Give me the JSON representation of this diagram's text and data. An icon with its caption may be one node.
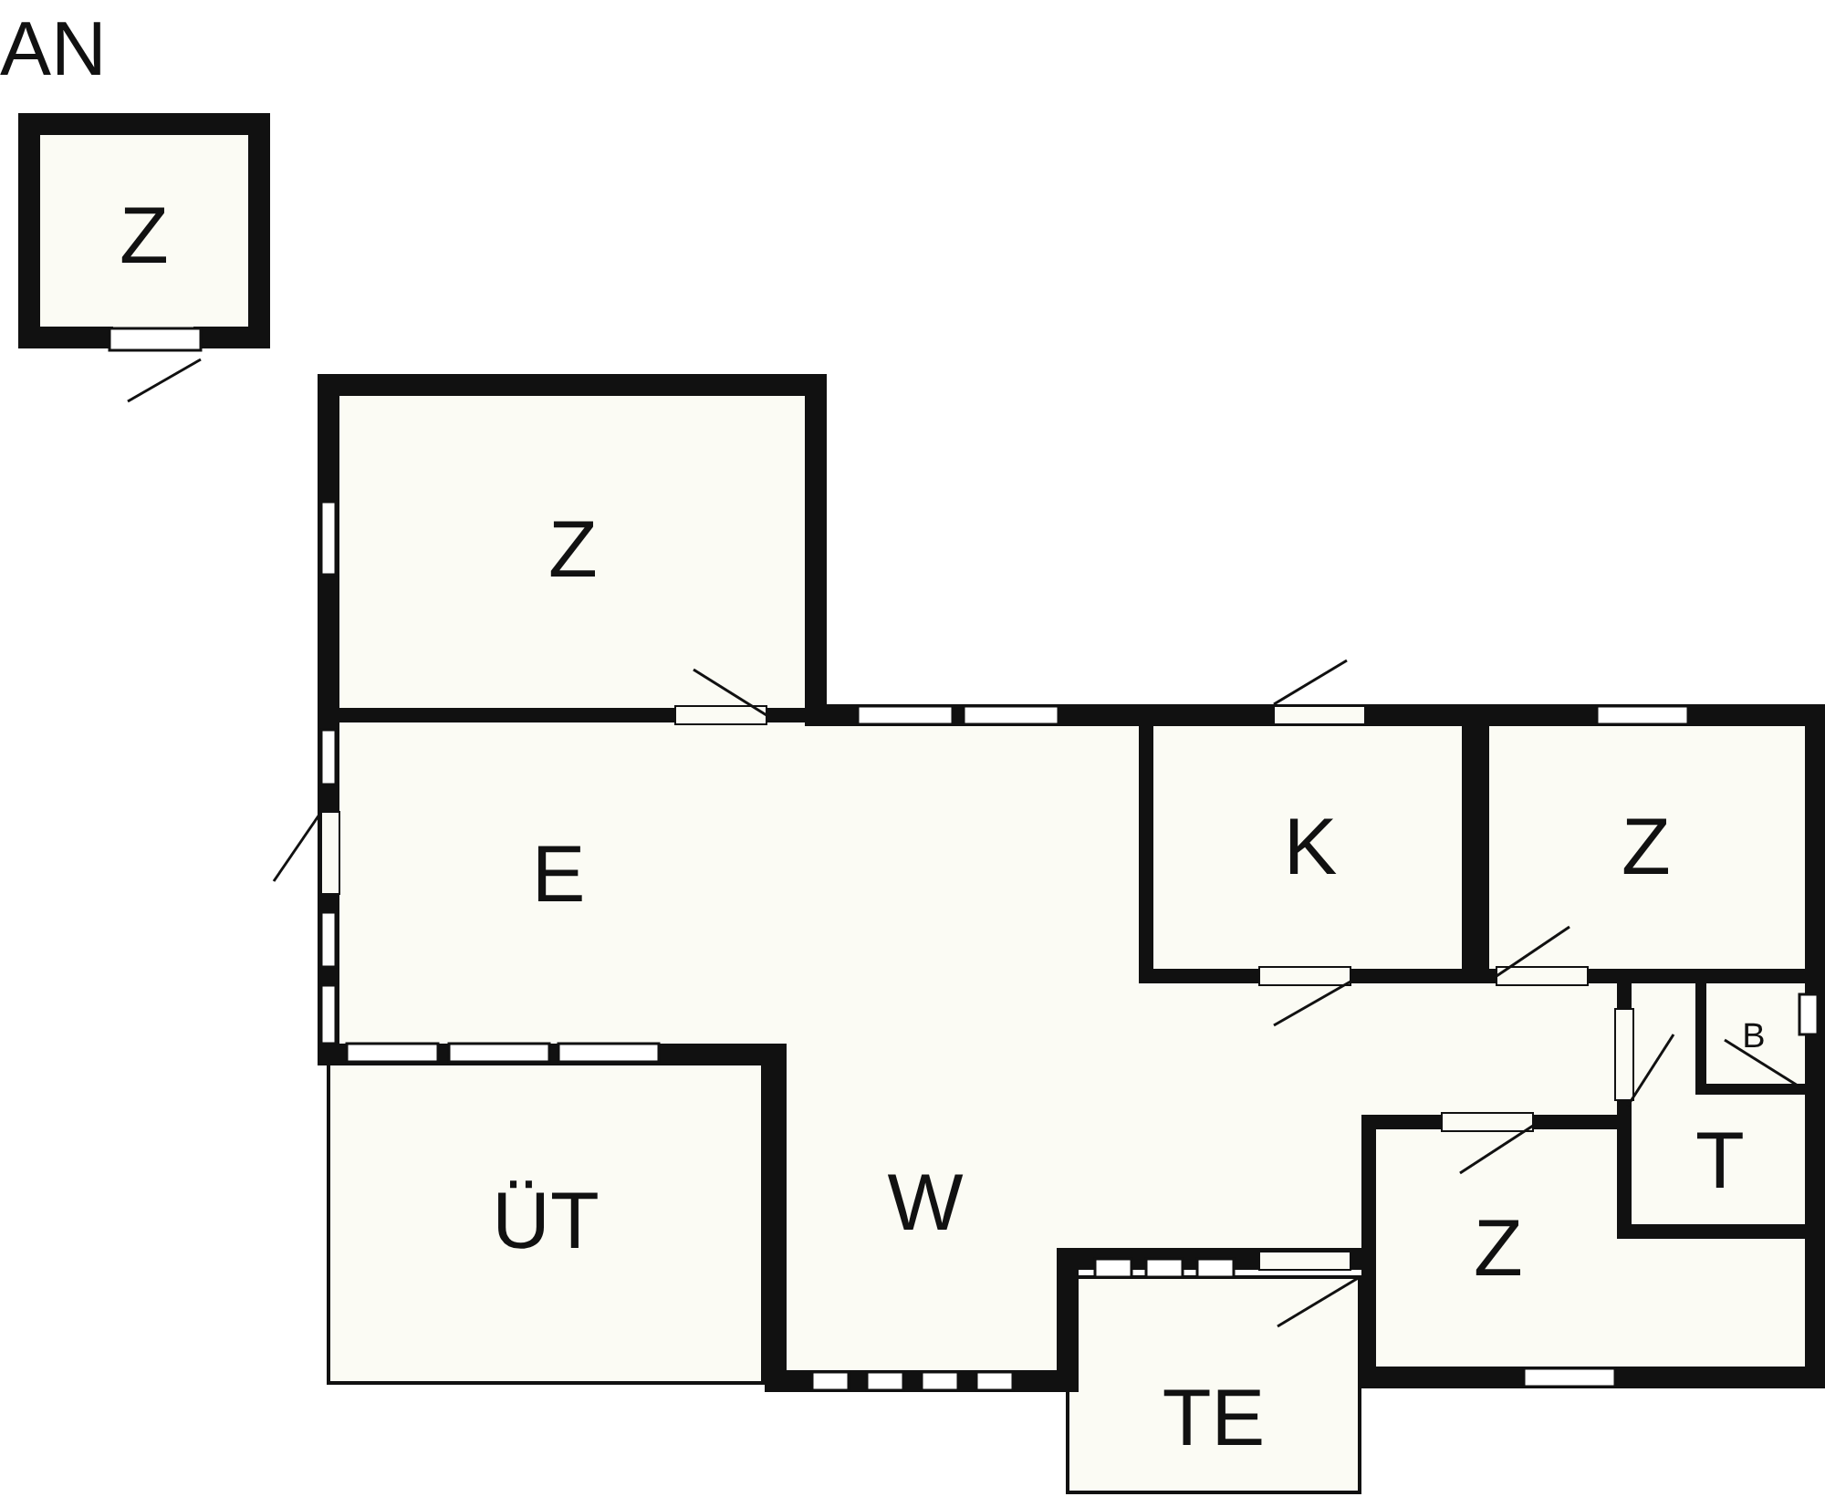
{
  "diagram": {
    "nodes": [
      {
        "text": [
          "AN",
          "Z"
        ]
      },
      {
        "text": [
          "Z"
        ]
      },
      {
        "text": [
          "E"
        ]
      },
      {
        "text": [
          "K"
        ]
      },
      {
        "text": [
          "Z"
        ]
      },
      {
        "text": [
          "B"
        ]
      },
      {
        "text": [
          "ÜT"
        ]
      },
      {
        "text": [
          "W"
        ]
      },
      {
        "text": [
          "T"
        ]
      },
      {
        "text": [
          "Z"
        ]
      },
      {
        "text": [
          "TE"
        ]
      }
    ]
  }
}
